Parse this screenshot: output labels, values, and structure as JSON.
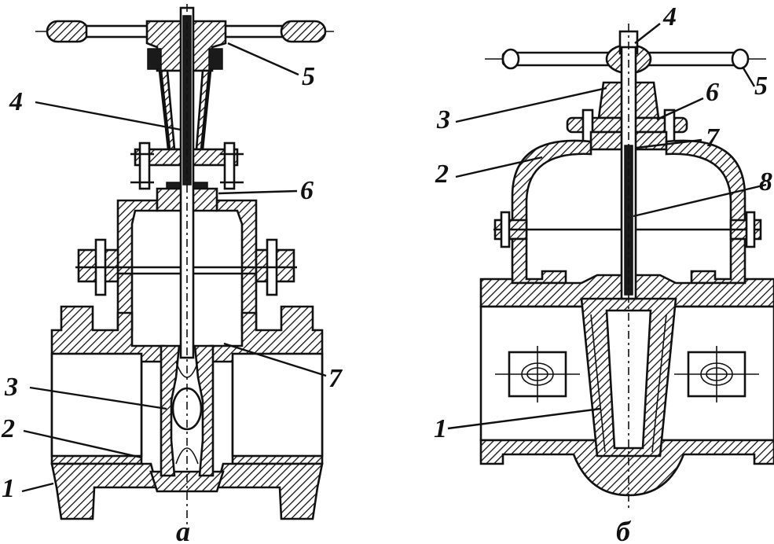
{
  "figure_a": {
    "caption": "а",
    "labels": [
      "1",
      "2",
      "3",
      "4",
      "5",
      "6",
      "7"
    ]
  },
  "figure_b": {
    "caption": "б",
    "labels": [
      "1",
      "2",
      "3",
      "4",
      "5",
      "6",
      "7",
      "8"
    ]
  }
}
